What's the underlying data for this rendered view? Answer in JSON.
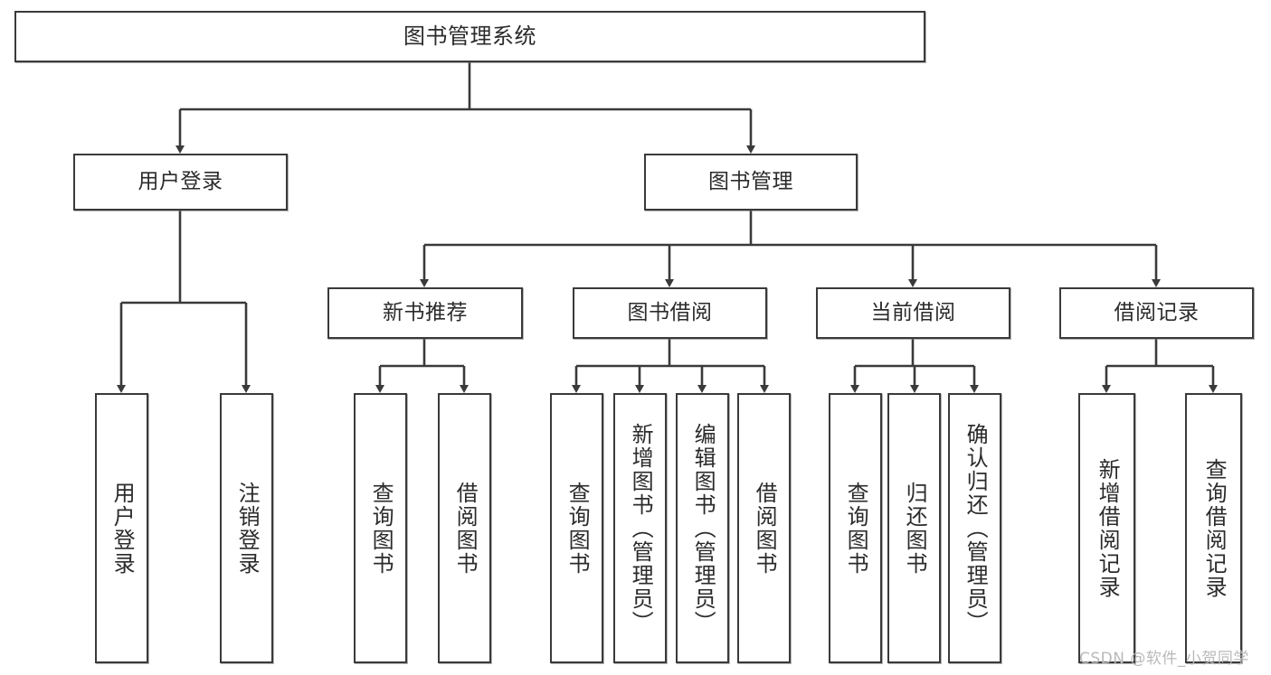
{
  "diagram": {
    "title": "图书管理系统",
    "style": {
      "stroke": "#3a3a3a",
      "fill": "#ffffff",
      "text": "#2b2b2b",
      "watermark_color": "#b9b9b9"
    },
    "levels": {
      "root": "图书管理系统",
      "level2": [
        "用户登录",
        "图书管理"
      ],
      "level3": [
        "新书推荐",
        "图书借阅",
        "当前借阅",
        "借阅记录"
      ]
    },
    "nodes": {
      "root": "图书管理系统",
      "user_login": "用户登录",
      "book_manage": "图书管理",
      "new_book_rec": "新书推荐",
      "book_borrow": "图书借阅",
      "current_borrow": "当前借阅",
      "borrow_record": "借阅记录",
      "leaf_user_login": "用户登录",
      "leaf_logout": "注销登录",
      "leaf_query_book_1": "查询图书",
      "leaf_borrow_book_1": "借阅图书",
      "leaf_query_book_2": "查询图书",
      "leaf_add_book_admin": "新增图书（管理员）",
      "leaf_edit_book_admin": "编辑图书（管理员）",
      "leaf_borrow_book_2": "借阅图书",
      "leaf_query_book_3": "查询图书",
      "leaf_return_book": "归还图书",
      "leaf_confirm_return_admin": "确认归还（管理员）",
      "leaf_add_record": "新增借阅记录",
      "leaf_query_record": "查询借阅记录"
    },
    "tree": [
      {
        "label": "图书管理系统",
        "children": [
          {
            "label": "用户登录",
            "children": [
              {
                "label": "用户登录"
              },
              {
                "label": "注销登录"
              }
            ]
          },
          {
            "label": "图书管理",
            "children": [
              {
                "label": "新书推荐",
                "children": [
                  {
                    "label": "查询图书"
                  },
                  {
                    "label": "借阅图书"
                  }
                ]
              },
              {
                "label": "图书借阅",
                "children": [
                  {
                    "label": "查询图书"
                  },
                  {
                    "label": "新增图书（管理员）"
                  },
                  {
                    "label": "编辑图书（管理员）"
                  },
                  {
                    "label": "借阅图书"
                  }
                ]
              },
              {
                "label": "当前借阅",
                "children": [
                  {
                    "label": "查询图书"
                  },
                  {
                    "label": "归还图书"
                  },
                  {
                    "label": "确认归还（管理员）"
                  }
                ]
              },
              {
                "label": "借阅记录",
                "children": [
                  {
                    "label": "新增借阅记录"
                  },
                  {
                    "label": "查询借阅记录"
                  }
                ]
              }
            ]
          }
        ]
      }
    ]
  },
  "watermark": {
    "text": "CSDN @软件_小贺同学"
  }
}
